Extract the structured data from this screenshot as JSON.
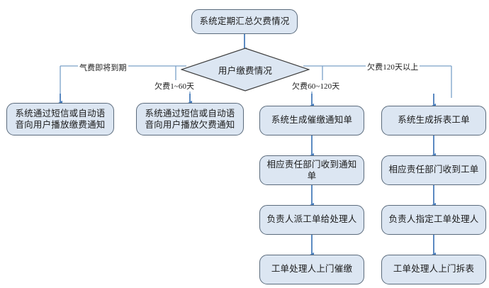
{
  "diagram": {
    "title_node": {
      "text": "系统定期汇总欠费情况"
    },
    "decision": {
      "text": "用户缴费情况"
    },
    "branch_labels": [
      {
        "id": "branch-gas-expiring",
        "text": "气费即将到期"
      },
      {
        "id": "branch-arrears-1-60",
        "text": "欠费1~60天"
      },
      {
        "id": "branch-arrears-60-120",
        "text": "欠费60~120天"
      },
      {
        "id": "branch-arrears-120-plus",
        "text": "欠费120天以上"
      }
    ],
    "columns": [
      {
        "id": "column-gas-expiring",
        "nodes": [
          {
            "id": "node-sms-payment-notice",
            "text": "系统通过短信或自动语音向用户播放缴费通知",
            "lines": [
              "系统通过短信或自动语",
              "音向用户播放缴费通知"
            ]
          }
        ]
      },
      {
        "id": "column-arrears-1-60",
        "nodes": [
          {
            "id": "node-sms-arrears-notice",
            "text": "系统通过短信或自动语音向用户播放欠费通知",
            "lines": [
              "系统通过短信或自动语",
              "音向用户播放欠费通知"
            ]
          }
        ]
      },
      {
        "id": "column-arrears-60-120",
        "nodes": [
          {
            "id": "node-generate-dunning-notice",
            "text": "系统生成催缴通知单",
            "lines": [
              "系统生成催缴通知单"
            ]
          },
          {
            "id": "node-department-receives-notice",
            "text": "相应责任部门收到通知单",
            "lines": [
              "相应责任部门收到通知",
              "单"
            ]
          },
          {
            "id": "node-manager-assigns-order",
            "text": "负责人派工单给处理人",
            "lines": [
              "负责人派工单给处理人"
            ]
          },
          {
            "id": "node-handler-visits-dunning",
            "text": "工单处理人上门催缴",
            "lines": [
              "工单处理人上门催缴"
            ]
          }
        ]
      },
      {
        "id": "column-arrears-120-plus",
        "nodes": [
          {
            "id": "node-generate-removal-order",
            "text": "系统生成拆表工单",
            "lines": [
              "系统生成拆表工单"
            ]
          },
          {
            "id": "node-department-receives-order",
            "text": "相应责任部门收到工单",
            "lines": [
              "相应责任部门收到工单"
            ]
          },
          {
            "id": "node-manager-designates-handler",
            "text": "负责人指定工单处理人",
            "lines": [
              "负责人指定工单处理人"
            ]
          },
          {
            "id": "node-handler-visits-removal",
            "text": "工单处理人上门拆表",
            "lines": [
              "工单处理人上门拆表"
            ]
          }
        ]
      }
    ],
    "colors": {
      "node_fill": "#dce6f2",
      "node_border": "#5b6b7c",
      "connector": "#4a7ebc",
      "branch_line": "#7aa0c8",
      "text": "#1a1a1a",
      "background": "#ffffff"
    }
  }
}
